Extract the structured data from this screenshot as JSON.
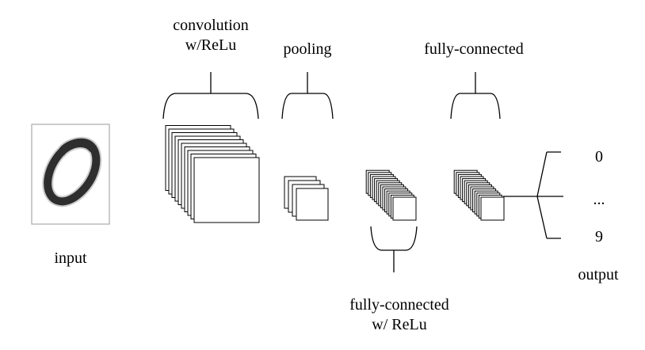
{
  "labels": {
    "input": "input",
    "conv_line1": "convolution",
    "conv_line2": "w/ReLu",
    "pooling": "pooling",
    "fc_top": "fully-connected",
    "fc_bottom_line1": "fully-connected",
    "fc_bottom_line2": "w/ ReLu",
    "output": "output",
    "out_first": "0",
    "out_ellipsis": "...",
    "out_last": "9"
  },
  "input_digit": "0",
  "layers": {
    "conv_maps": 10,
    "pool_maps": 4,
    "fc_relu_units": 14,
    "fc_units": 14
  },
  "colors": {
    "line": "#000000",
    "fill": "#ffffff",
    "input_border": "#aaaaaa"
  }
}
